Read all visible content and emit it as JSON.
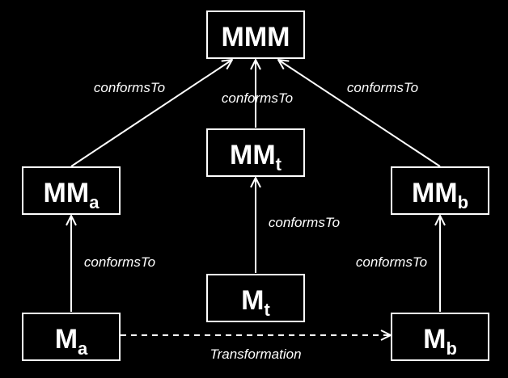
{
  "nodes": {
    "mmm": {
      "base": "MMM",
      "sub": ""
    },
    "mm_a": {
      "base": "MM",
      "sub": "a"
    },
    "mm_t": {
      "base": "MM",
      "sub": "t"
    },
    "mm_b": {
      "base": "MM",
      "sub": "b"
    },
    "m_a": {
      "base": "M",
      "sub": "a"
    },
    "m_t": {
      "base": "M",
      "sub": "t"
    },
    "m_b": {
      "base": "M",
      "sub": "b"
    }
  },
  "edges": {
    "mm_a_to_mmm": {
      "label": "conformsTo"
    },
    "mm_t_to_mmm": {
      "label": "conformsTo"
    },
    "mm_b_to_mmm": {
      "label": "conformsTo"
    },
    "m_a_to_mm_a": {
      "label": "conformsTo"
    },
    "m_t_to_mm_t": {
      "label": "conformsTo"
    },
    "m_b_to_mm_b": {
      "label": "conformsTo"
    },
    "m_a_to_m_b": {
      "label": "Transformation"
    }
  },
  "colors": {
    "background": "#000000",
    "foreground": "#ffffff"
  }
}
